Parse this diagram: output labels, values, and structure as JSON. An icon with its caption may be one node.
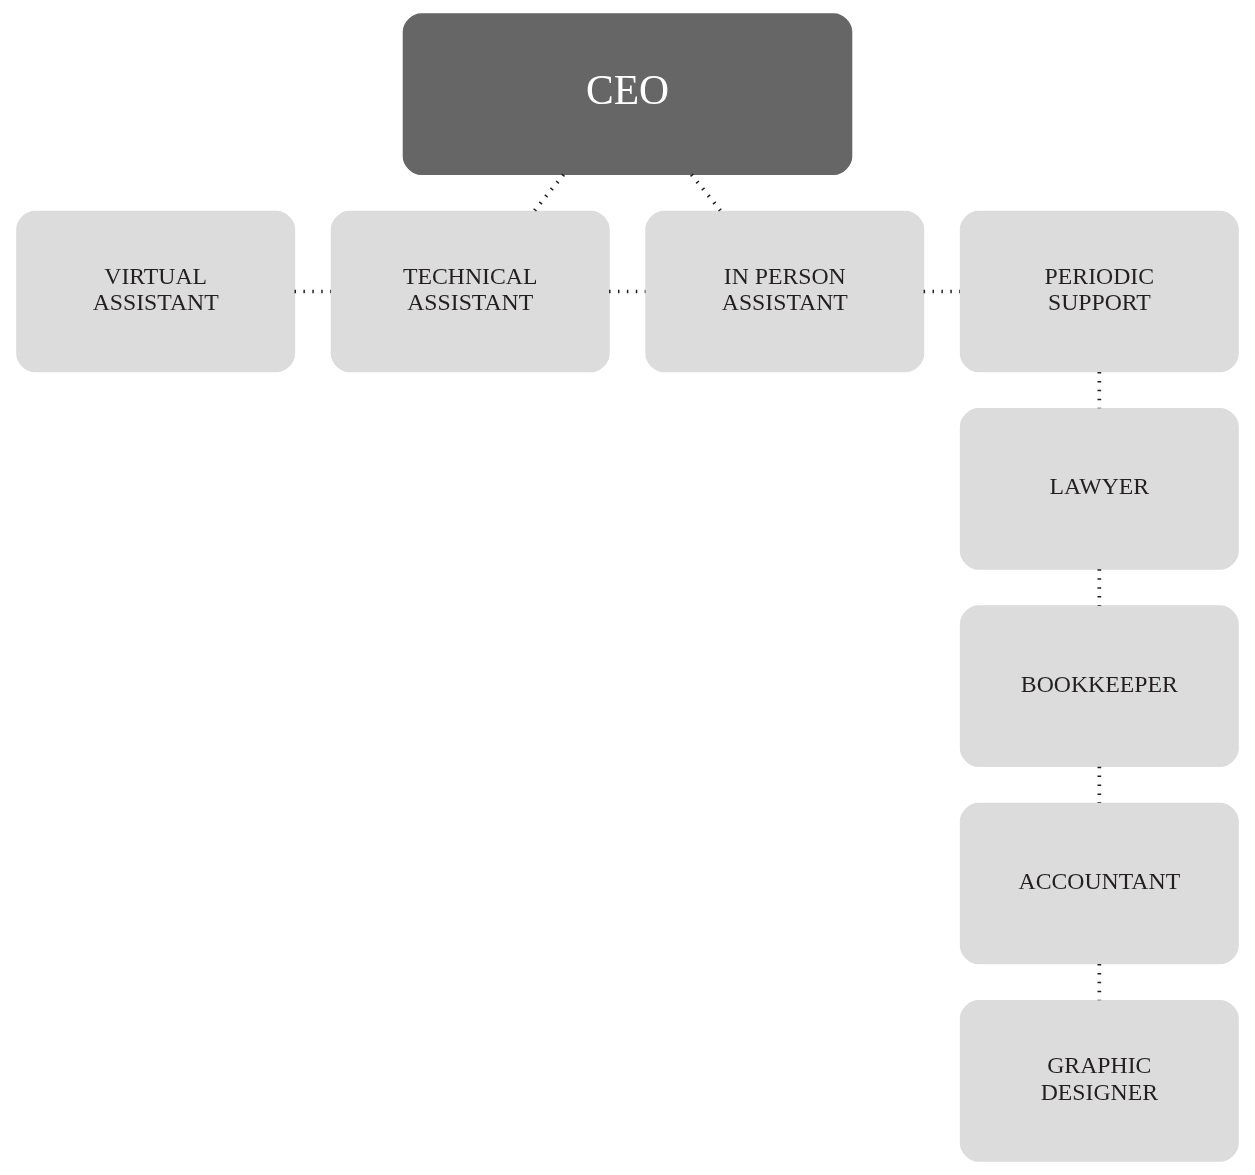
{
  "diagram": {
    "nodes": [
      {
        "text": [
          "CEO"
        ]
      },
      {
        "text": [
          "VIRTUAL ASSISTANT"
        ]
      },
      {
        "text": [
          "TECHNICAL ASSISTANT"
        ]
      },
      {
        "text": [
          "IN PERSON ASSISTANT"
        ]
      },
      {
        "text": [
          "PERIODIC SUPPORT"
        ]
      },
      {
        "text": [
          "LAWYER"
        ]
      },
      {
        "text": [
          "BOOKKEEPER"
        ]
      },
      {
        "text": [
          "ACCOUNTANT"
        ]
      },
      {
        "text": [
          "GRAPHIC DESIGNER"
        ]
      }
    ],
    "edges": [
      {
        "from": 1,
        "to": 2,
        "arrow": "none"
      },
      {
        "from": 2,
        "to": 3,
        "arrow": "none"
      },
      {
        "from": 3,
        "to": 4,
        "arrow": "none"
      },
      {
        "from": 0,
        "to": 2,
        "arrow": "none"
      },
      {
        "from": 0,
        "to": 3,
        "arrow": "none"
      },
      {
        "from": 4,
        "to": 5,
        "arrow": "none"
      },
      {
        "from": 5,
        "to": 6,
        "arrow": "none"
      },
      {
        "from": 6,
        "to": 7,
        "arrow": "none"
      },
      {
        "from": 7,
        "to": 8,
        "arrow": "none"
      }
    ]
  }
}
